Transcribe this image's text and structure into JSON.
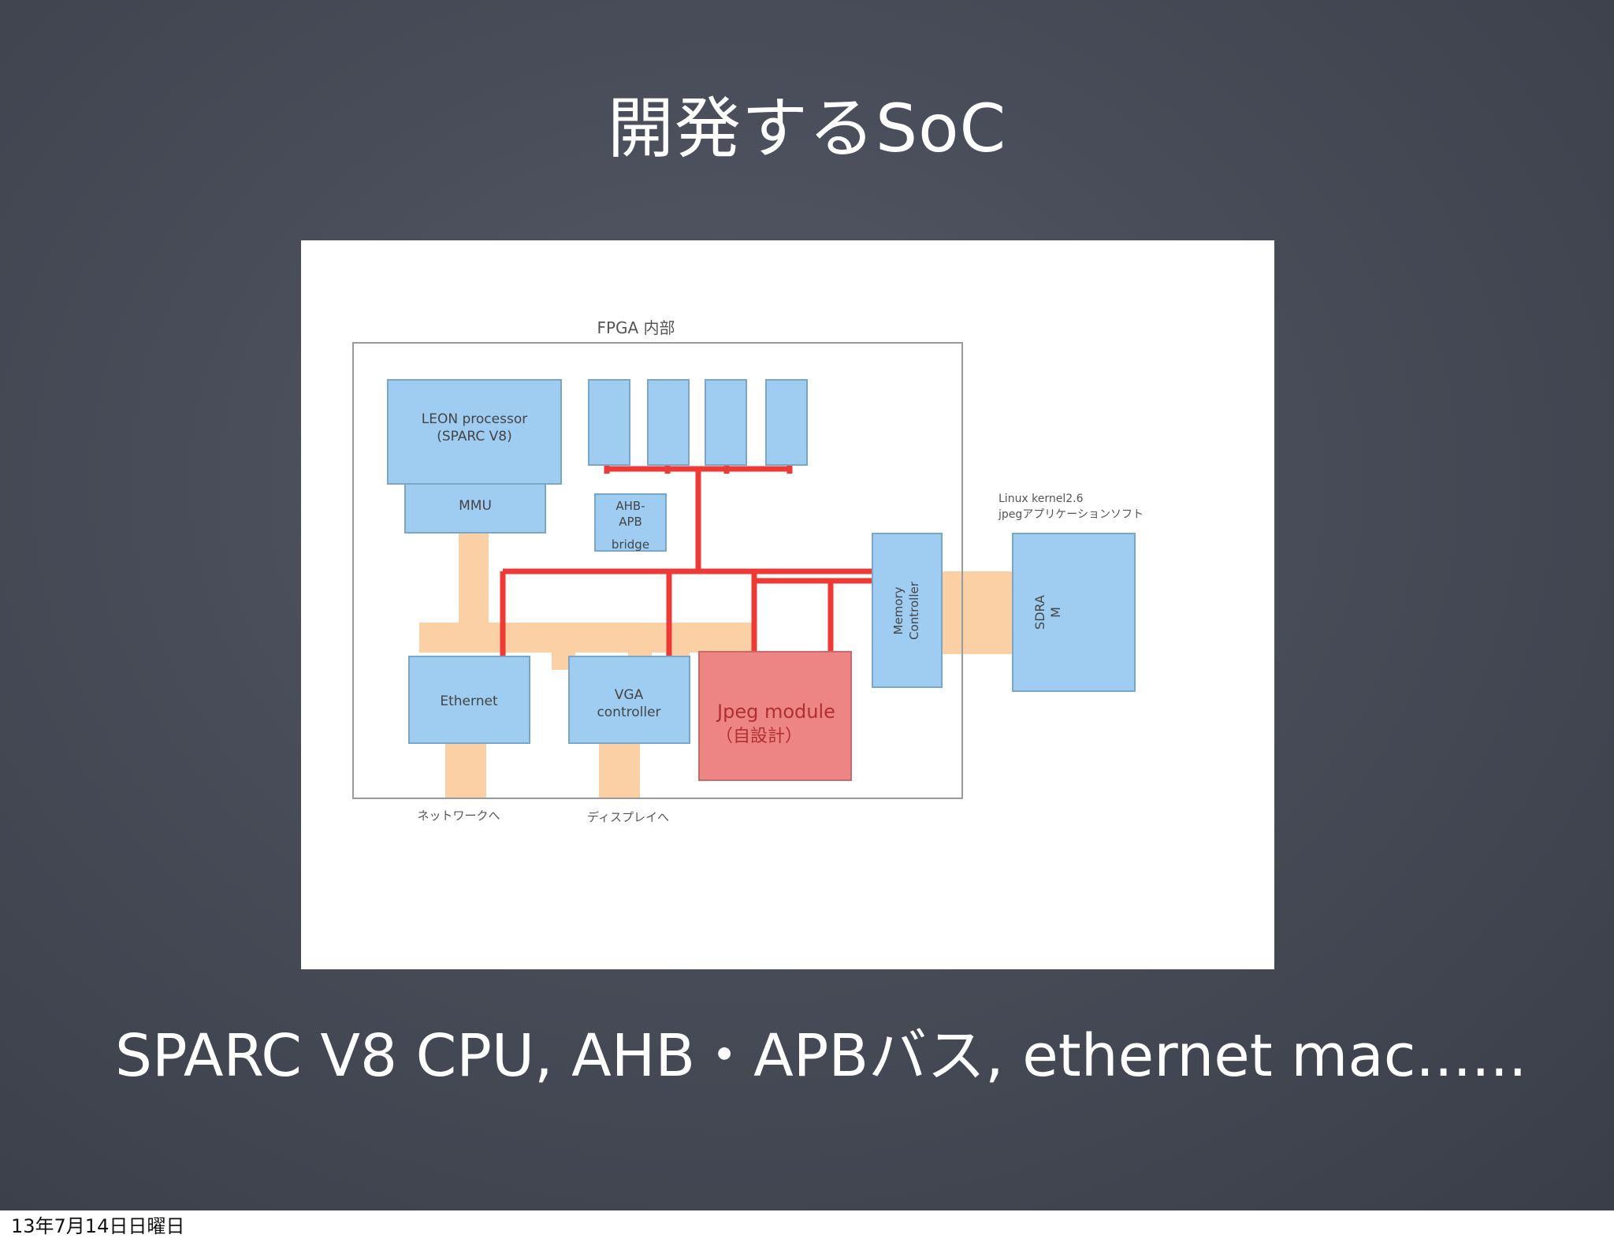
{
  "slide": {
    "title": "開発するSoC",
    "caption": "SPARC V8 CPU, AHB・APBバス, ethernet mac......"
  },
  "diagram": {
    "fpga_label": "FPGA 内部",
    "leon_line1": "LEON processor",
    "leon_line2": "(SPARC V8)",
    "mmu": "MMU",
    "ahb_line1": "AHB-",
    "ahb_line2": "APB",
    "ahb_line3": "bridge",
    "linux_line1": "Linux kernel2.6",
    "linux_line2": "jpegアプリケーションソフト",
    "memory_line1": "Memory",
    "memory_line2": "Controller",
    "sdram_line1": "SDRA",
    "sdram_line2": "M",
    "ethernet": "Ethernet",
    "vga_line1": "VGA",
    "vga_line2": "controller",
    "jpeg_line1": "Jpeg module",
    "jpeg_line2": "（自設計）",
    "to_network": "ネットワークへ",
    "to_display": "ディスプレイへ"
  },
  "colors": {
    "block_blue": "#9fcdf2",
    "bus_red": "#ee3a34",
    "io_peach": "#fbd0a4",
    "jpeg_red": "#ee8585"
  },
  "footer": {
    "date": "13年7月14日日曜日"
  }
}
